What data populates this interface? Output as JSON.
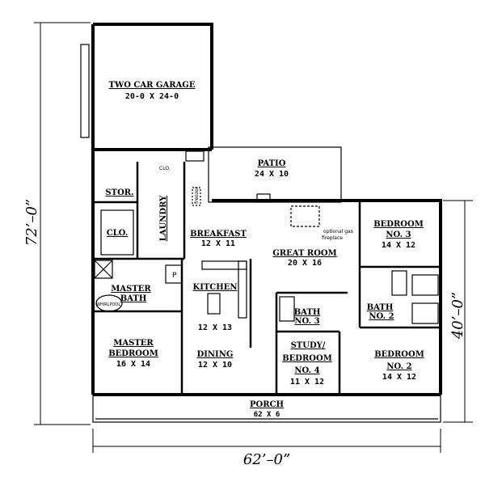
{
  "rooms": {
    "garage": {
      "name": "TWO CAR GARAGE",
      "size": "20-0  X  24-0"
    },
    "patio": {
      "name": "PATIO",
      "size": "24 X 10"
    },
    "storage": {
      "name": "STOR."
    },
    "closet": {
      "name": "CLO."
    },
    "laundry_closet": {
      "name": "CLO."
    },
    "laundry": {
      "name": "LAUNDRY"
    },
    "freezer": {
      "name": "freezer"
    },
    "breakfast": {
      "name": "BREAKFAST",
      "size": "12 X 11"
    },
    "great_room": {
      "name": "GREAT ROOM",
      "size": "20 X 16"
    },
    "fireplace_note": {
      "line1": "optional gas",
      "line2": "fireplace"
    },
    "bedroom3": {
      "name": "BEDROOM",
      "number": "NO. 3",
      "size": "14 X 12"
    },
    "kitchen": {
      "name": "KITCHEN",
      "size": "12 X 13"
    },
    "pantry": {
      "name": "P"
    },
    "master_bath": {
      "line1": "MASTER",
      "line2": "BATH"
    },
    "whirlpool": {
      "name": "WHIRLPOOL"
    },
    "bath3": {
      "name": "BATH",
      "number": "NO. 3"
    },
    "bath2": {
      "name": "BATH",
      "number": "NO. 2"
    },
    "master_bedroom": {
      "name": "MASTER",
      "line2": "BEDROOM",
      "size": "16 X 14"
    },
    "dining": {
      "name": "DINING",
      "size": "12 X 10"
    },
    "study": {
      "name": "STUDY/",
      "line2": "BEDROOM",
      "number": "NO. 4",
      "size": "11 X 12"
    },
    "bedroom2": {
      "name": "BEDROOM",
      "number": "NO. 2",
      "size": "14 X 12"
    },
    "porch": {
      "name": "PORCH",
      "size": "62 X 6"
    }
  },
  "dimensions": {
    "overall_depth": "72’–0”",
    "main_depth": "40’–0”",
    "overall_width": "62’–0”"
  }
}
